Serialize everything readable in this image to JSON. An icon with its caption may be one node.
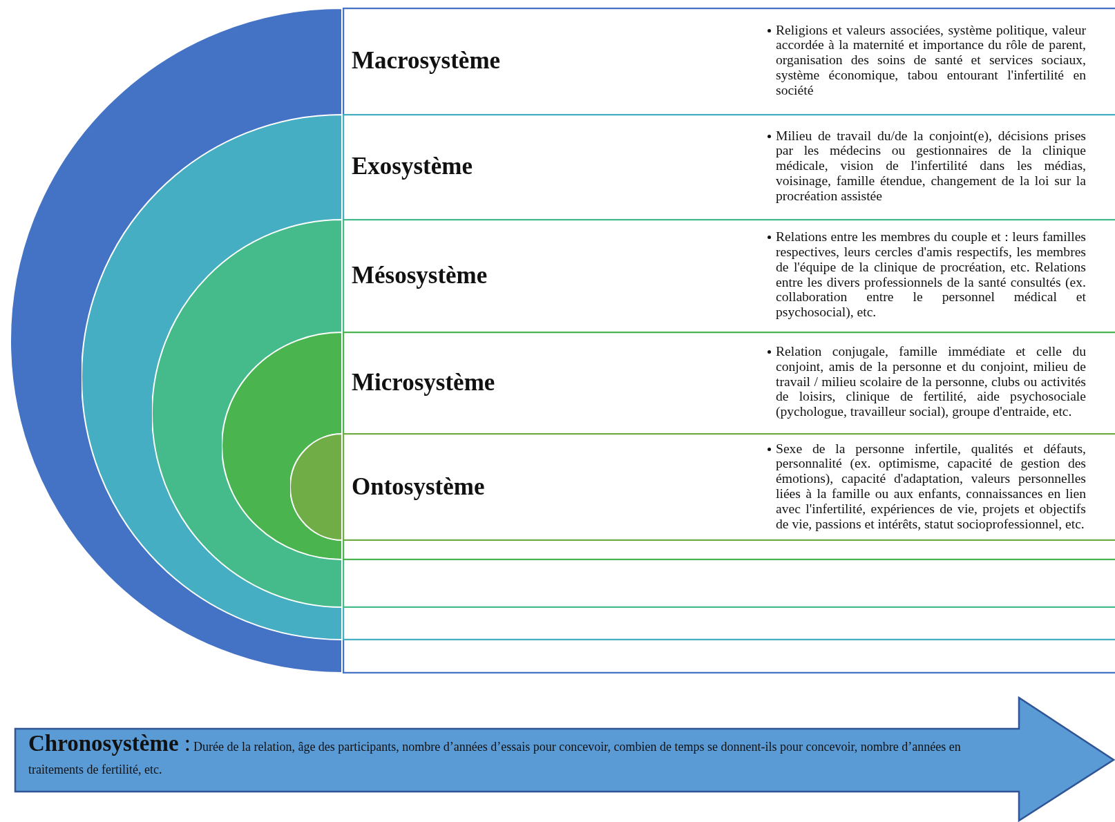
{
  "diagram": {
    "nodes": [
      {
        "text": [
          "Macrosystème",
          "Religions et valeurs associées, système politique, valeur accordée à la maternité et importance du rôle de parent, organisation des soins de santé et services sociaux, système économique, tabou entourant l'infertilité en société"
        ]
      },
      {
        "text": [
          "Exosystème",
          "Milieu de travail du/de la conjoint(e), décisions prises par les médecins ou gestionnaires de la clinique médicale, vision de l'infertilité dans les médias, voisinage, famille étendue, changement de la loi sur la procréation assistée"
        ],
        "in": 0
      },
      {
        "text": [
          "Mésosystème",
          "Relations entre les membres du couple et : leurs familles respectives, leurs cercles d'amis respectifs, les membres de l'équipe de la clinique de procréation, etc. Relations entre les divers professionnels de la santé consultés (ex. collaboration entre le personnel médical et psychosocial), etc."
        ],
        "in": 1
      },
      {
        "text": [
          "Microsystème",
          "Relation conjugale, famille immédiate et celle du conjoint, amis de la personne et du conjoint, milieu de travail / milieu scolaire de la personne, clubs ou activités de loisirs, clinique de fertilité, aide psychosociale (pychologue, travailleur social), groupe d'entraide, etc."
        ],
        "in": 2
      },
      {
        "text": [
          "Ontosystème",
          "Sexe de la personne infertile, qualités et défauts, personnalité (ex. optimisme, capacité de gestion des émotions), capacité d'adaptation, valeurs personnelles liées à la famille ou aux enfants, connaissances en lien avec l'infertilité, expériences de vie, projets et objectifs de vie, passions et intérêts, statut socioprofessionnel, etc."
        ],
        "in": 3
      },
      {
        "text": [
          "**Chronosystème** :",
          "Durée de la relation,  âge des participants,  nombre d’années d’essais pour concevoir, combien de temps se donnent-ils pour concevoir, nombre d’années en traitements de fertilité, etc."
        ]
      }
    ]
  }
}
